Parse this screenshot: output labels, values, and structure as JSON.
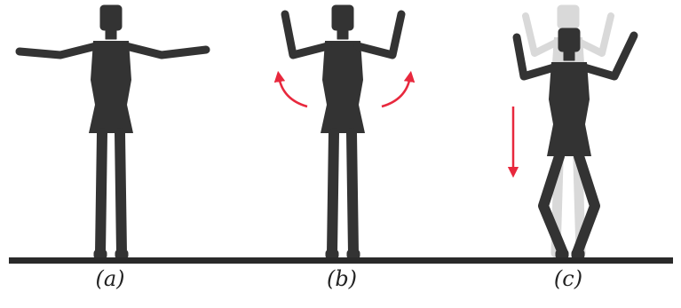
{
  "colors": {
    "figure": "#333333",
    "ghost": "#d9d9d9",
    "arrow": "#e8283d",
    "ground": "#2a2a2a"
  },
  "panels": [
    {
      "caption": "(a)",
      "pose": "arms-outstretched"
    },
    {
      "caption": "(b)",
      "pose": "arms-raised",
      "arrows": "rotate-up"
    },
    {
      "caption": "(c)",
      "pose": "squat",
      "arrows": "down",
      "ghost": "arms-raised"
    }
  ]
}
